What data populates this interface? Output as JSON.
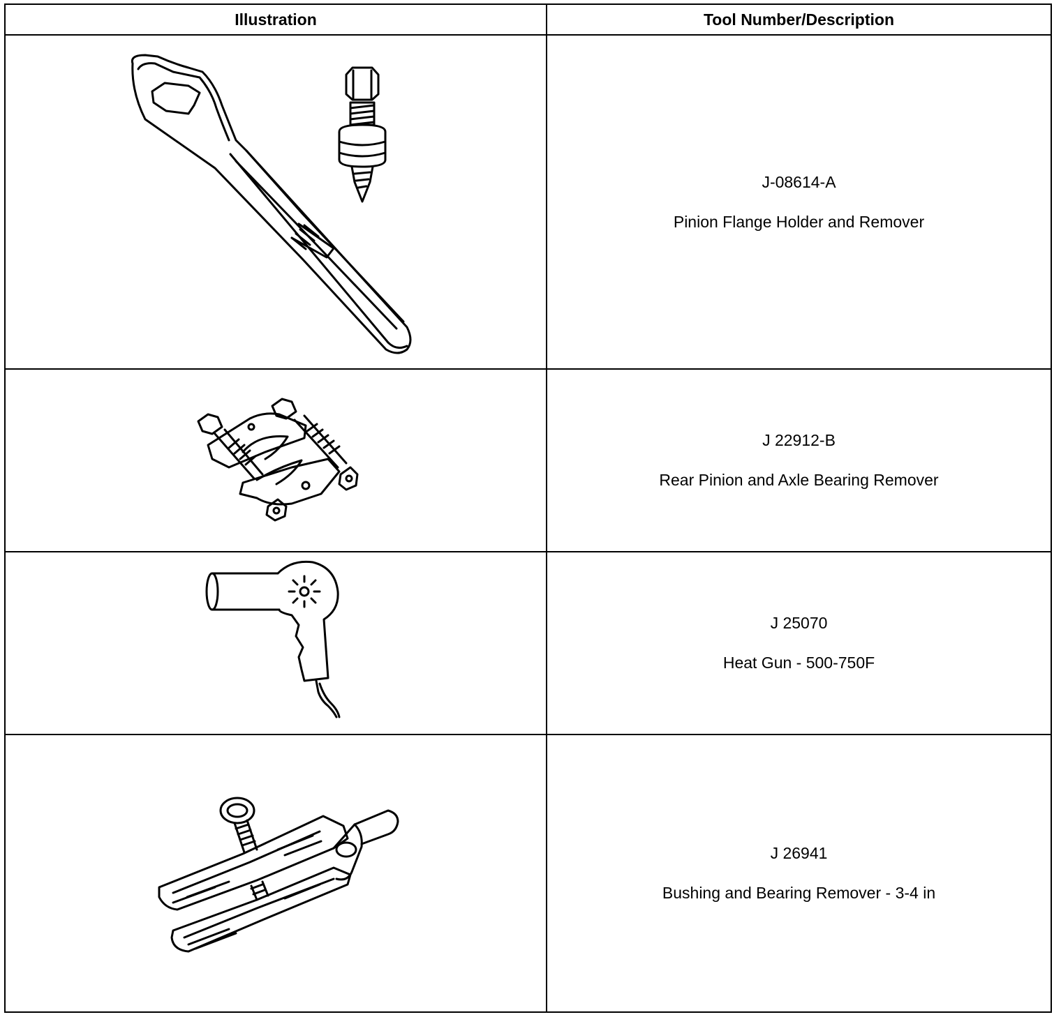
{
  "table": {
    "headers": [
      "Illustration",
      "Tool Number/Description"
    ],
    "rows": [
      {
        "tool_number": "J-08614-A",
        "description": "Pinion Flange Holder and Remover",
        "illustration_icon": "flange-holder-wrench-icon"
      },
      {
        "tool_number": "J 22912-B",
        "description": "Rear Pinion and Axle Bearing Remover",
        "illustration_icon": "bearing-separator-icon"
      },
      {
        "tool_number": "J 25070",
        "description": "Heat Gun - 500-750F",
        "illustration_icon": "heat-gun-icon"
      },
      {
        "tool_number": "J 26941",
        "description": "Bushing and Bearing Remover - 3-4 in",
        "illustration_icon": "bushing-remover-icon"
      }
    ]
  }
}
